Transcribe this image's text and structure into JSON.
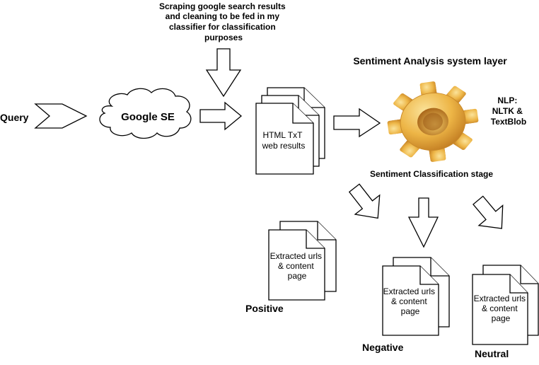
{
  "labels": {
    "query": "Query",
    "search_engine": "Google SE",
    "scraping_note": [
      "Scraping google search results",
      "and cleaning to be fed in my",
      "classifier for classification",
      "purposes"
    ],
    "html_docs": [
      "HTML TxT",
      "web results"
    ],
    "system_layer": "Sentiment Analysis system layer",
    "nlp": [
      "NLP:",
      "NLTK &",
      "TextBlob"
    ],
    "classification_stage": "Sentiment Classification stage",
    "output_doc": [
      "Extracted urls",
      "& content",
      "page"
    ],
    "positive": "Positive",
    "negative": "Negative",
    "neutral": "Neutral"
  },
  "colors": {
    "stroke": "#000000",
    "fill": "#ffffff",
    "gear_light": "#f7d56e",
    "gear_mid": "#e8a93a",
    "gear_dark": "#b8741c"
  },
  "icons": {
    "engine": "gear-icon",
    "search_engine": "cloud-shape",
    "documents": "document-stack-icon"
  }
}
